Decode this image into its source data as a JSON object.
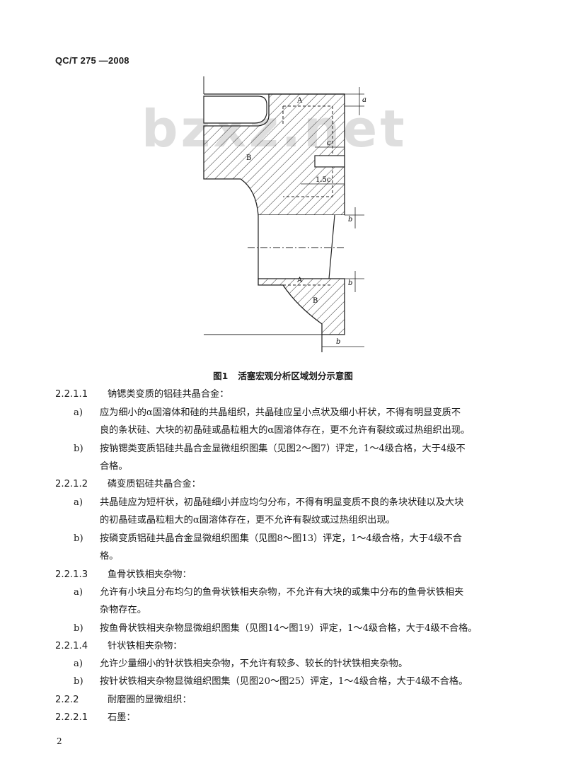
{
  "header": {
    "code": "QC/T 275 —2008"
  },
  "watermark": "bzxz.net",
  "figure": {
    "label_a_top": "A",
    "label_b_top": "B",
    "label_a_bottom": "A",
    "label_b_bottom": "B",
    "dim_a": "a",
    "dim_c": "c",
    "dim_15c": "1.5c",
    "dim_b1": "b",
    "dim_b2": "b",
    "dim_b3": "b"
  },
  "caption": {
    "number": "图1",
    "title": "活塞宏观分析区域划分示意图"
  },
  "lines": [
    {
      "type": "sec",
      "no": "2.2.1.1",
      "text": "钠锶类变质的铝硅共晶合金："
    },
    {
      "type": "item",
      "mk": "a)",
      "text": "应为细小的α固溶体和硅的共晶组织，共晶硅应呈小点状及细小杆状，不得有明显变质不"
    },
    {
      "type": "cont",
      "text": "良的条状硅、大块的初晶硅或晶粒粗大的α固溶体存在，更不允许有裂纹或过热组织出现。"
    },
    {
      "type": "item",
      "mk": "b)",
      "text": "按钠锶类变质铝硅共晶合金显微组织图集（见图2～图7）评定，1～4级合格，大于4级不"
    },
    {
      "type": "cont",
      "text": "合格。"
    },
    {
      "type": "sec",
      "no": "2.2.1.2",
      "text": "磷变质铝硅共晶合金："
    },
    {
      "type": "item",
      "mk": "a)",
      "text": "共晶硅应为短杆状，初晶硅细小并应均匀分布，不得有明显变质不良的条块状硅以及大块"
    },
    {
      "type": "cont",
      "text": "的初晶硅或晶粒粗大的α固溶体存在，更不允许有裂纹或过热组织出现。"
    },
    {
      "type": "item",
      "mk": "b)",
      "text": "按磷变质铝硅共晶合金显微组织图集（见图8～图13）评定，1～4级合格，大于4级不合"
    },
    {
      "type": "cont",
      "text": "格。"
    },
    {
      "type": "sec",
      "no": "2.2.1.3",
      "text": "鱼骨状铁相夹杂物："
    },
    {
      "type": "item",
      "mk": "a)",
      "text": "允许有小块且分布均匀的鱼骨状铁相夹杂物，不允许有大块的或集中分布的鱼骨状铁相夹"
    },
    {
      "type": "cont",
      "text": "杂物存在。"
    },
    {
      "type": "item",
      "mk": "b)",
      "text": "按鱼骨状铁相夹杂物显微组织图集（见图14～图19）评定，1～4级合格，大于4级不合格。"
    },
    {
      "type": "sec",
      "no": "2.2.1.4",
      "text": "针状铁相夹杂物："
    },
    {
      "type": "item",
      "mk": "a)",
      "text": "允许少量细小的针状铁相夹杂物，不允许有较多、较长的针状铁相夹杂物。"
    },
    {
      "type": "item",
      "mk": "b)",
      "text": "按针状铁相夹杂物显微组织图集（见图20～图25）评定，1～4级合格，大于4级不合格。"
    },
    {
      "type": "sec",
      "no": "2.2.2",
      "text": "耐磨圈的显微组织："
    },
    {
      "type": "sec",
      "no": "2.2.2.1",
      "text": "石墨："
    }
  ],
  "page_number": "2"
}
